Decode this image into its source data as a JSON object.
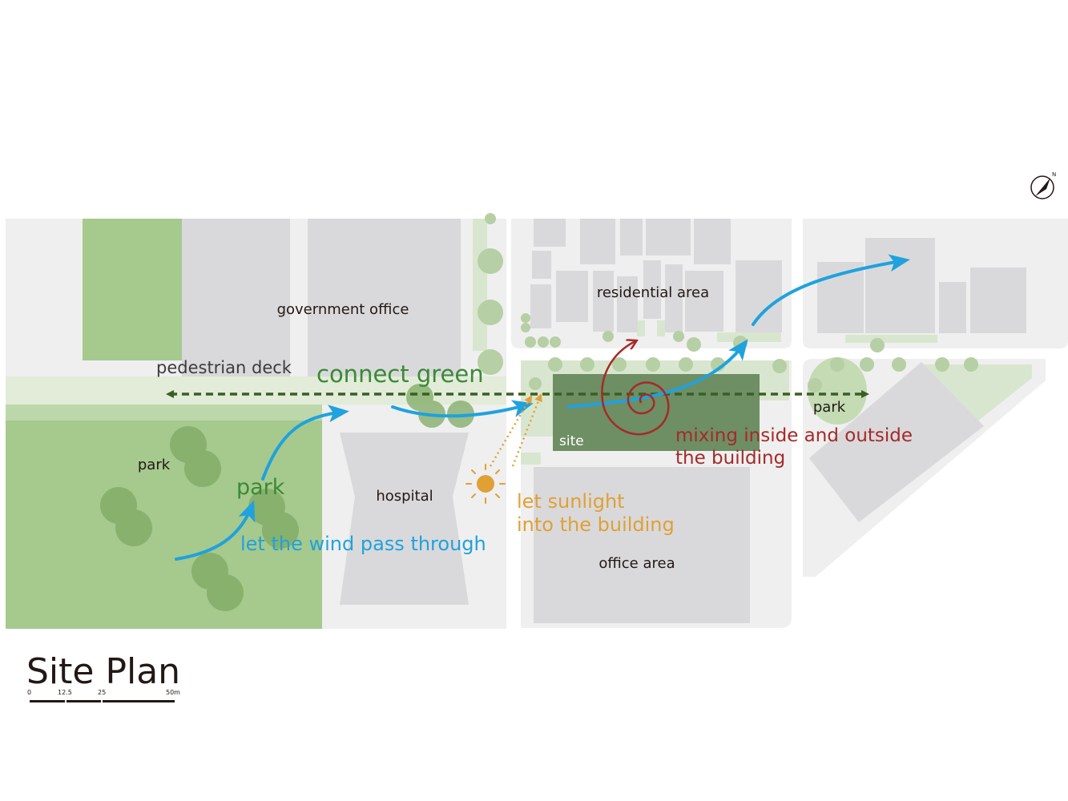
{
  "title": "Site Plan",
  "scale_bar": {
    "ticks": [
      "0",
      "12.5",
      "25",
      "50m"
    ]
  },
  "labels": {
    "government_office": "government office",
    "residential_area": "residential area",
    "pedestrian_deck": "pedestrian deck",
    "connect_green": "connect green",
    "park_right": "park",
    "site": "site",
    "park_left": "park",
    "park_big": "park",
    "hospital": "hospital",
    "office_area": "office area"
  },
  "annotations": {
    "mixing_line1": "mixing inside and outside",
    "mixing_line2": "the building",
    "sunlight_line1": "let sunlight",
    "sunlight_line2": "into the building",
    "wind": "let the wind pass through"
  },
  "north_mark": "N",
  "colors": {
    "road": "#efefef",
    "building": "#d9d9db",
    "park": "#a6c98e",
    "light_green": "#d9e6cf",
    "tree": "#7eaa63",
    "site": "#6e8e64",
    "deck_arrow": "#3b5e25",
    "wind": "#1fa2dd",
    "sun": "#e0a035",
    "mixing": "#a52a2a",
    "connect_green": "#3a8a34",
    "text": "#231815"
  }
}
